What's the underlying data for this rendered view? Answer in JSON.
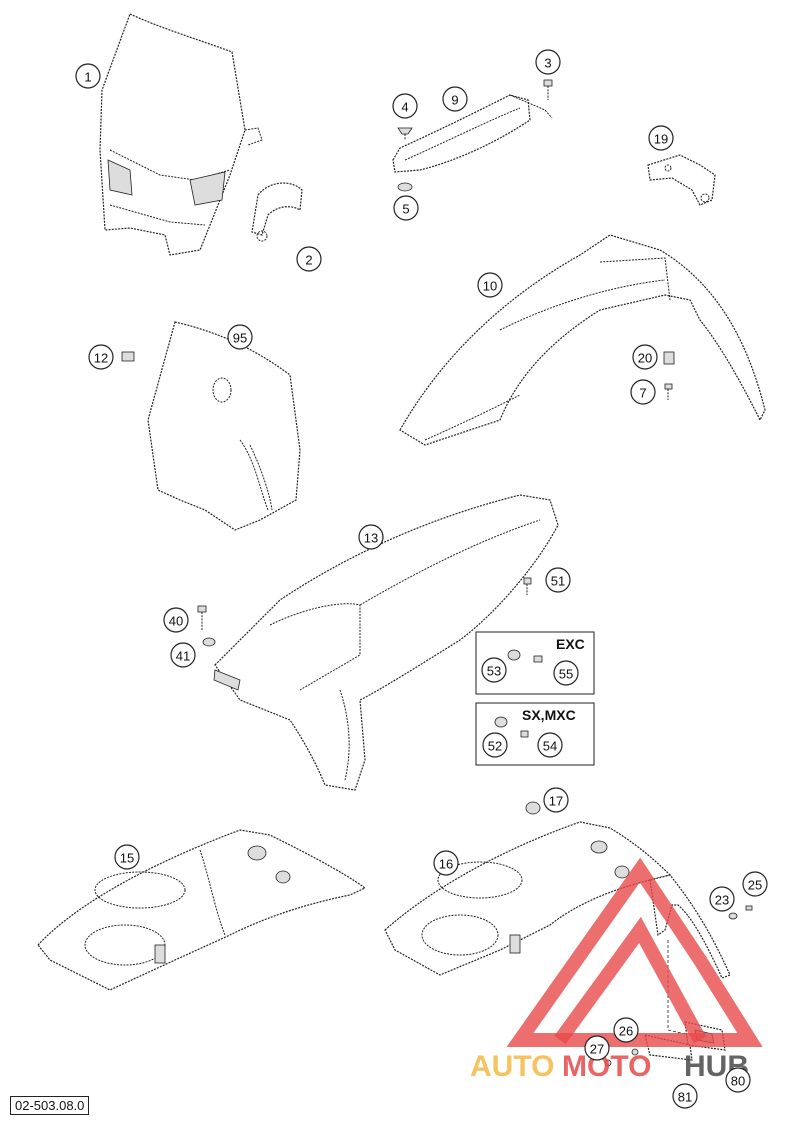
{
  "callouts": [
    "1",
    "2",
    "3",
    "4",
    "5",
    "9",
    "19",
    "10",
    "12",
    "95",
    "20",
    "7",
    "13",
    "51",
    "40",
    "41",
    "53",
    "55",
    "52",
    "54",
    "17",
    "15",
    "16",
    "23",
    "25",
    "26",
    "27",
    "80",
    "81"
  ],
  "boxes": {
    "exc_label": "EXC",
    "sx_label": "SX,MXC"
  },
  "reference_code": "02-503.08.0",
  "watermark": {
    "part1": "AUTO",
    "part2": "MOTO",
    "part3": "HUB",
    "colors": {
      "auto": "#f5b942",
      "moto": "#e84a4a",
      "hub": "#4a4a4a",
      "triangle": "#e84a4a"
    }
  }
}
